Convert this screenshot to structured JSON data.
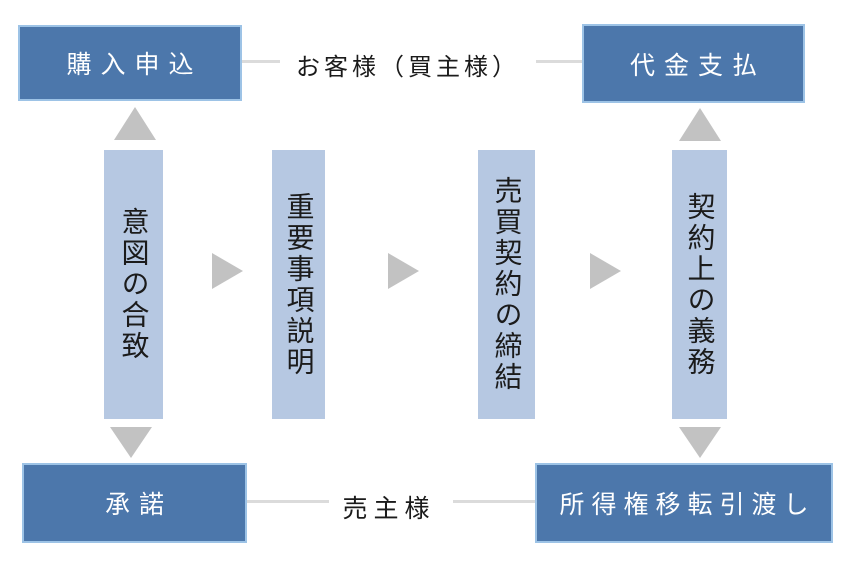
{
  "top_row": {
    "left_box": "購入申込",
    "center_label": "お客様（買主様）",
    "right_box": "代金支払"
  },
  "columns": [
    {
      "label": "意図の合致"
    },
    {
      "label": "重要事項説明"
    },
    {
      "label": "売買契約の締結"
    },
    {
      "label": "契約上の義務"
    }
  ],
  "bottom_row": {
    "left_box": "承諾",
    "center_label": "売主様",
    "right_box": "所得権移転引渡し"
  },
  "colors": {
    "end_box_fill": "#4C77AB",
    "end_box_border": "#9DC3E6",
    "end_box_text": "#FFFFFF",
    "stage_column_fill": "#B6C8E2",
    "arrow_gray": "#C2C2C2",
    "connector_line_gray": "#DBDBDB",
    "label_text": "#1B1B1B",
    "background": "#FFFFFF"
  }
}
